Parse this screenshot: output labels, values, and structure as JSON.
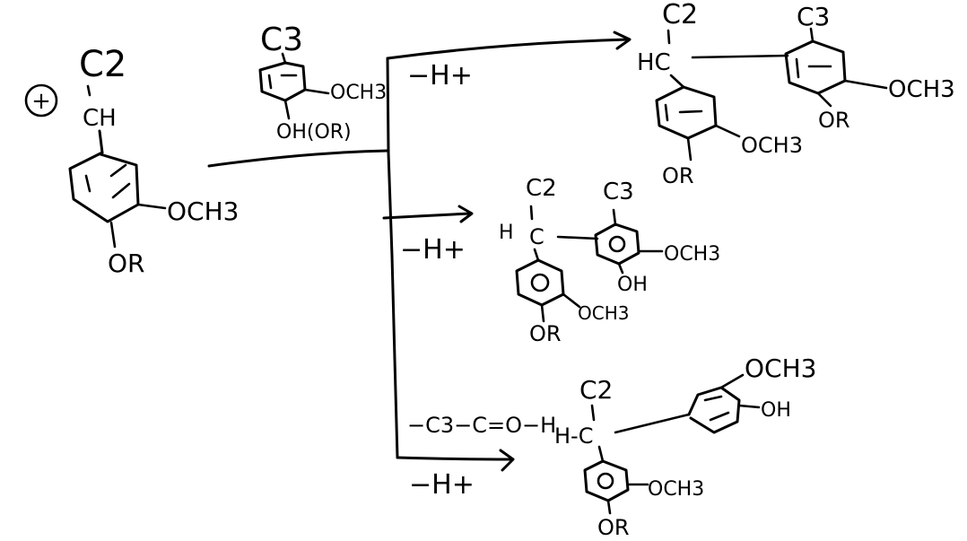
{
  "reactant": {
    "charge": "+",
    "c2": "C2",
    "ch": "CH",
    "och3": "OCH3",
    "or": "OR"
  },
  "reagent": {
    "c3": "C3",
    "och3": "OCH3",
    "oh_or": "OH(OR)"
  },
  "branches": {
    "top_label": "−H+",
    "middle_label": "−H+",
    "bottom_label_1": "−C3−C=O−H",
    "bottom_label_2": "−H+"
  },
  "product1": {
    "c2": "C2",
    "hc": "HC",
    "c3": "C3",
    "och3_right": "OCH3",
    "or_right": "OR",
    "och3_left": "OCH3",
    "or_left": "OR"
  },
  "product2": {
    "c2": "C2",
    "h": "H",
    "c": "C",
    "c3": "C3",
    "och3_right": "OCH3",
    "oh": "OH",
    "och3_left": "OCH3",
    "or": "OR"
  },
  "product3": {
    "c2": "C2",
    "hc": "H-C",
    "och3_top": "OCH3",
    "oh": "OH",
    "och3_bottom": "OCH3",
    "or": "OR"
  }
}
